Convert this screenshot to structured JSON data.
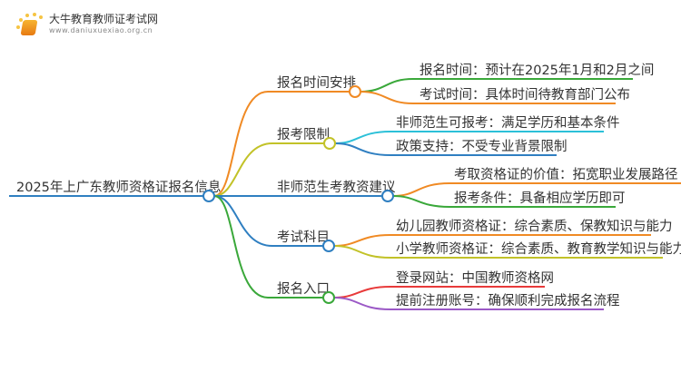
{
  "logo": {
    "title": "大牛教育教师证考试网",
    "url": "www.daniuxuexiao.org.cn"
  },
  "root": {
    "label": "2025年上广东教师资格证报名信息",
    "color": "#2f7fc1"
  },
  "branches": [
    {
      "label": "报名时间安排",
      "color": "#f08a24",
      "children": [
        {
          "label": "报名时间：预计在2025年1月和2月之间",
          "color": "#3aa83a"
        },
        {
          "label": "考试时间：具体时间待教育部门公布",
          "color": "#f08a24"
        }
      ]
    },
    {
      "label": "报考限制",
      "color": "#c2c228",
      "children": [
        {
          "label": "非师范生可报考：满足学历和基本条件",
          "color": "#2cc0d8"
        },
        {
          "label": "政策支持：不受专业背景限制",
          "color": "#2f7fc1"
        }
      ]
    },
    {
      "label": "非师范生考教资建议",
      "color": "#2f7fc1",
      "children": [
        {
          "label": "考取资格证的价值：拓宽职业发展路径",
          "color": "#f08a24"
        },
        {
          "label": "报考条件：具备相应学历即可",
          "color": "#3aa83a"
        }
      ]
    },
    {
      "label": "考试科目",
      "color": "#2f7fc1",
      "children": [
        {
          "label": "幼儿园教师资格证：综合素质、保教知识与能力",
          "color": "#f08a24"
        },
        {
          "label": "小学教师资格证：综合素质、教育教学知识与能力",
          "color": "#c2c228"
        }
      ]
    },
    {
      "label": "报名入口",
      "color": "#3aa83a",
      "children": [
        {
          "label": "登录网站：中国教师资格网",
          "color": "#e83a3a"
        },
        {
          "label": "提前注册账号：确保顺利完成报名流程",
          "color": "#9b59c6"
        }
      ]
    }
  ]
}
